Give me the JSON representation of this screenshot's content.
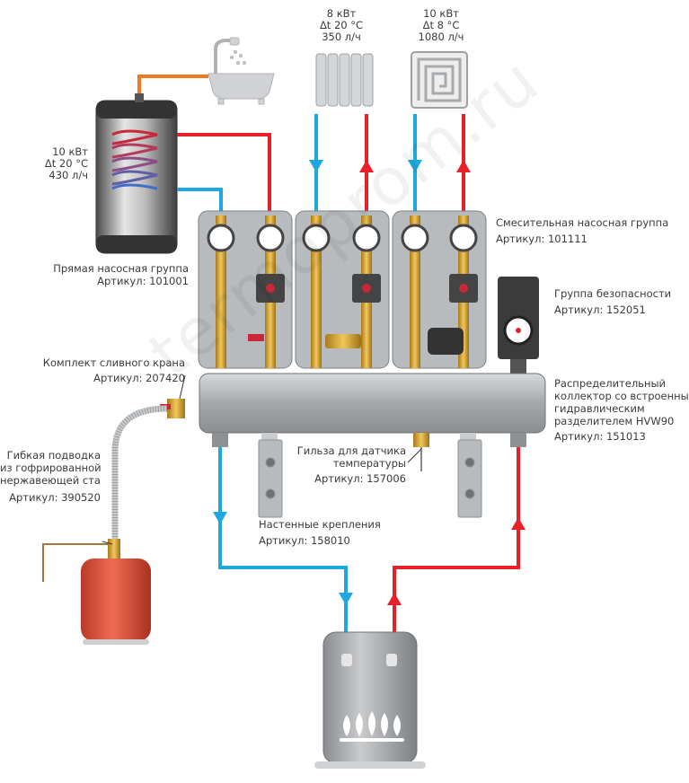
{
  "watermark": "termoprom.ru",
  "loads": {
    "boiler_tank": {
      "power": "10 кВт",
      "dt": "Δt 20 °C",
      "flow": "430 л/ч"
    },
    "radiator": {
      "power": "8 кВт",
      "dt": "Δt 20 °C",
      "flow": "350 л/ч"
    },
    "floor_heating": {
      "power": "10 кВт",
      "dt": "Δt 8 °C",
      "flow": "1080 л/ч"
    }
  },
  "components": {
    "direct_group": {
      "name": "Прямая насосная группа",
      "article": "Артикул: 101001"
    },
    "mixing_group": {
      "name": "Смесительная насосная группа",
      "article": "Артикул: 101111"
    },
    "safety_group": {
      "name": "Группа безопасности",
      "article": "Артикул: 152051"
    },
    "drain_kit": {
      "name": "Комплект сливного крана",
      "article": "Артикул: 207420"
    },
    "manifold": {
      "name_lines": [
        "Распределительный",
        "коллектор со встроенным",
        "гидравлическим",
        "разделителем HVW90"
      ],
      "article": "Артикул: 151013"
    },
    "sensor_sleeve": {
      "name_lines": [
        "Гильза для датчика",
        "температуры"
      ],
      "article": "Артикул: 157006"
    },
    "flex_hose": {
      "name_lines": [
        "Гибкая подводка",
        "из гофрированной",
        "нержавеющей стали"
      ],
      "article": "Артикул: 390520"
    },
    "wall_mounts": {
      "name": "Настенные крепления",
      "article": "Артикул: 158010"
    }
  },
  "colors": {
    "supply": "#e8202a",
    "return": "#1ea7e1",
    "dhw": "#f07a22",
    "vessel": "#e8503a",
    "module": "#a9acaf",
    "brass": "#d9a535"
  }
}
